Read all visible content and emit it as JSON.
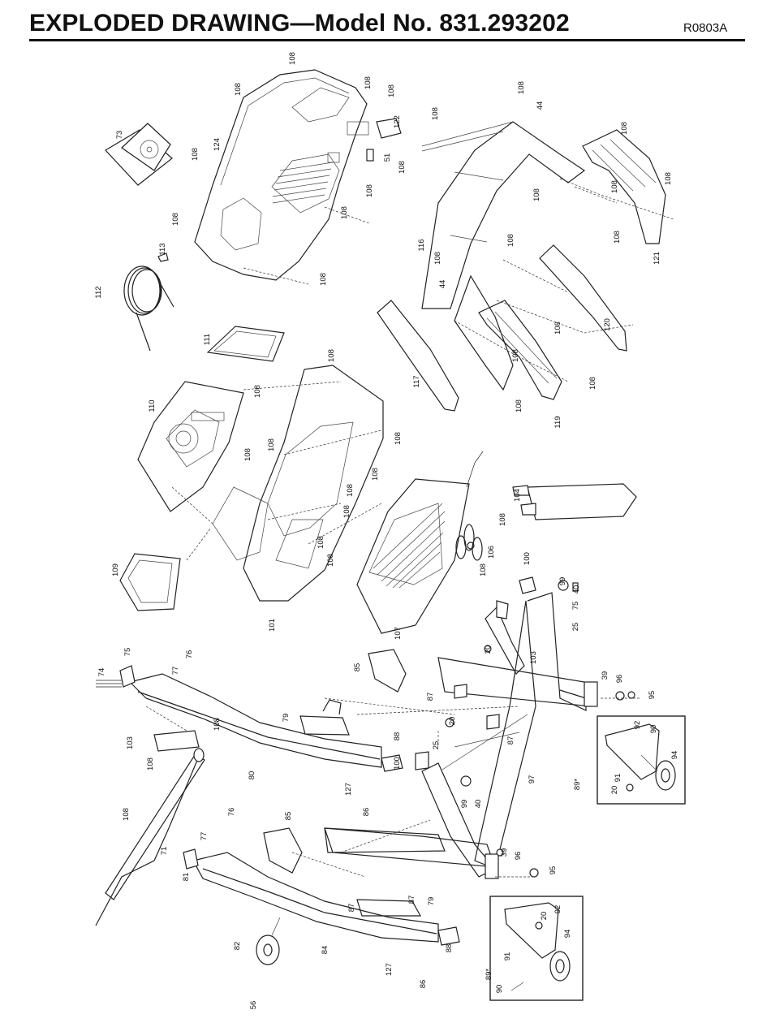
{
  "header": {
    "title": "EXPLODED DRAWING—Model No. 831.293202",
    "doc_code": "R0803A"
  },
  "callouts": [
    "108",
    "108",
    "108",
    "108",
    "108",
    "108",
    "108",
    "108",
    "108",
    "108",
    "108",
    "108",
    "108",
    "108",
    "108",
    "108",
    "108",
    "108",
    "108",
    "108",
    "108",
    "108",
    "108",
    "108",
    "108",
    "108",
    "108",
    "108",
    "108",
    "108",
    "108",
    "108",
    "108",
    "108",
    "108",
    "108",
    "124",
    "122",
    "51",
    "73",
    "113",
    "112",
    "111",
    "110",
    "109",
    "101",
    "107",
    "104",
    "106",
    "100",
    "116",
    "44",
    "44",
    "121",
    "117",
    "120",
    "119",
    "99",
    "40",
    "75",
    "25",
    "20",
    "103",
    "39",
    "96",
    "95",
    "85",
    "87",
    "20",
    "87",
    "25",
    "100",
    "97",
    "92",
    "90",
    "94",
    "91",
    "20",
    "89*",
    "74",
    "75",
    "76",
    "77",
    "103",
    "108",
    "79",
    "80",
    "88",
    "127",
    "86",
    "71",
    "108",
    "76",
    "77",
    "85",
    "81",
    "79",
    "87",
    "87",
    "82",
    "84",
    "127",
    "86",
    "88",
    "56",
    "39",
    "96",
    "95",
    "99",
    "40",
    "92",
    "20",
    "94",
    "91",
    "90",
    "89*"
  ]
}
